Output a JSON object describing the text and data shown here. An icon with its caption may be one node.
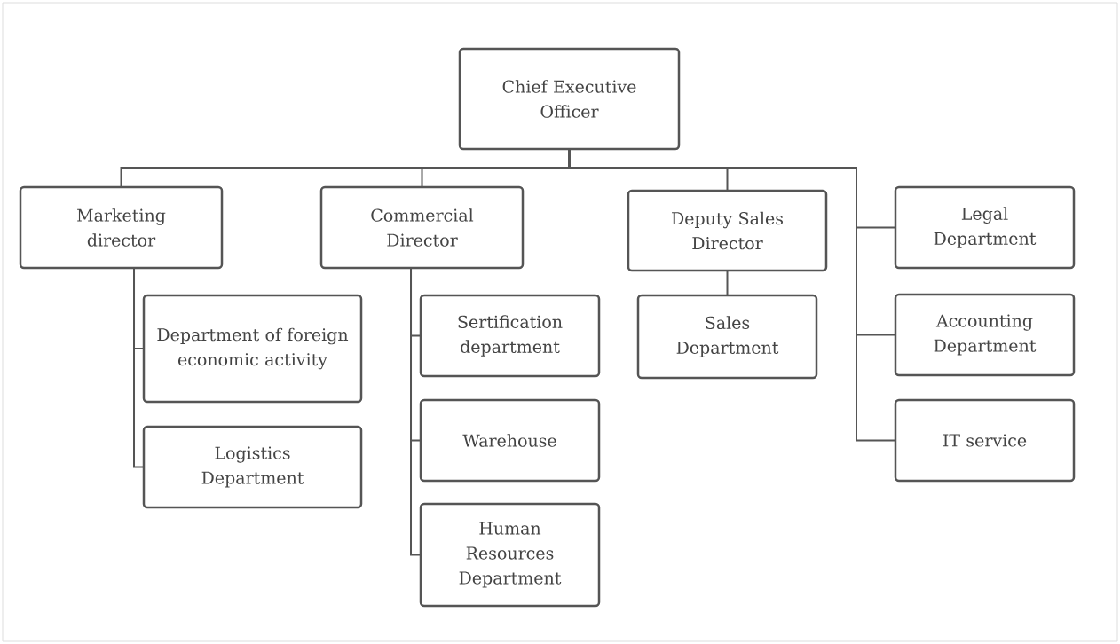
{
  "diagram": {
    "nodes": [
      {
        "text": [
          "Chief Executive Officer"
        ]
      },
      {
        "text": [
          "Marketing director"
        ]
      },
      {
        "text": [
          "Commercial Director"
        ]
      },
      {
        "text": [
          "Deputy Sales Director"
        ]
      },
      {
        "text": [
          "Legal Department"
        ]
      },
      {
        "text": [
          "Department of foreign economic activity"
        ]
      },
      {
        "text": [
          "Logistics Department"
        ]
      },
      {
        "text": [
          "Sertification department"
        ]
      },
      {
        "text": [
          "Warehouse"
        ]
      },
      {
        "text": [
          "Human Resources Department"
        ]
      },
      {
        "text": [
          "Sales Department"
        ]
      },
      {
        "text": [
          "Accounting Department"
        ]
      },
      {
        "text": [
          "IT service"
        ]
      }
    ],
    "edges": [
      {
        "from": 0,
        "to": 1,
        "arrow": "none"
      },
      {
        "from": 0,
        "to": 2,
        "arrow": "none"
      },
      {
        "from": 0,
        "to": 3,
        "arrow": "none"
      },
      {
        "from": 0,
        "to": 4,
        "arrow": "none"
      },
      {
        "from": 0,
        "to": 11,
        "arrow": "none"
      },
      {
        "from": 0,
        "to": 12,
        "arrow": "none"
      },
      {
        "from": 1,
        "to": 5,
        "arrow": "none"
      },
      {
        "from": 1,
        "to": 6,
        "arrow": "none"
      },
      {
        "from": 2,
        "to": 7,
        "arrow": "none"
      },
      {
        "from": 2,
        "to": 8,
        "arrow": "none"
      },
      {
        "from": 2,
        "to": 9,
        "arrow": "none"
      },
      {
        "from": 3,
        "to": 10,
        "arrow": "none"
      }
    ]
  }
}
